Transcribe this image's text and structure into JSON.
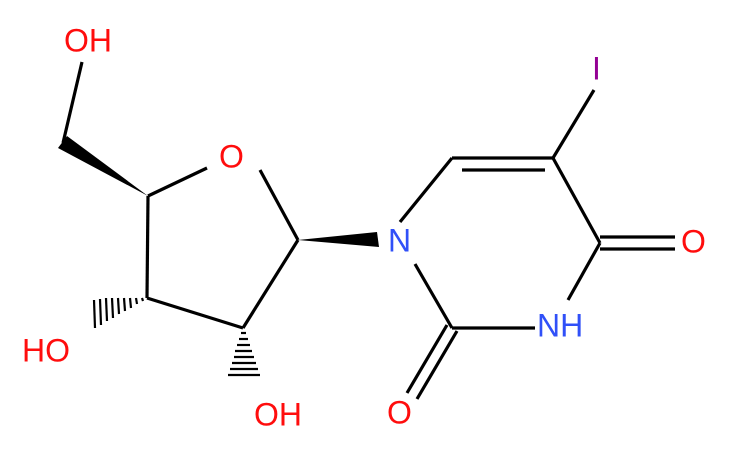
{
  "molecule": {
    "atoms": {
      "oh_top": {
        "text": "OH",
        "color": "#ff0d0d"
      },
      "o_ring": {
        "text": "O",
        "color": "#ff0d0d"
      },
      "oh_left": {
        "text": "HO",
        "color": "#ff0d0d"
      },
      "oh_bottom": {
        "text": "OH",
        "color": "#ff0d0d"
      },
      "n1": {
        "text": "N",
        "color": "#3050f8"
      },
      "nh": {
        "text": "NH",
        "color": "#3050f8"
      },
      "o_c2": {
        "text": "O",
        "color": "#ff0d0d"
      },
      "o_c4": {
        "text": "O",
        "color": "#ff0d0d"
      },
      "iodine": {
        "text": "I",
        "color": "#940094"
      }
    }
  }
}
